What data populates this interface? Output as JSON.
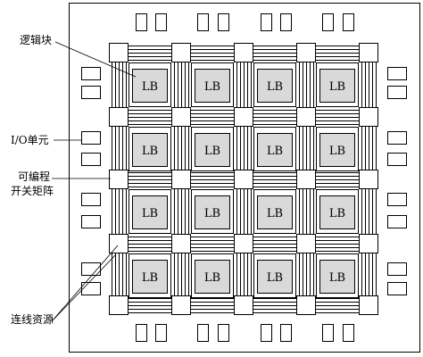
{
  "labels": {
    "lb_block": "逻辑块",
    "io_unit": "I/O单元",
    "switch_matrix_line1": "可编程",
    "switch_matrix_line2": "开关矩阵",
    "interconnect": "连线资源"
  },
  "lb_text": "LB",
  "grid": {
    "lb_rows": 4,
    "lb_cols": 4
  },
  "colors": {
    "stroke": "#000000",
    "lb_fill": "#d9d9d9",
    "background": "#ffffff"
  }
}
